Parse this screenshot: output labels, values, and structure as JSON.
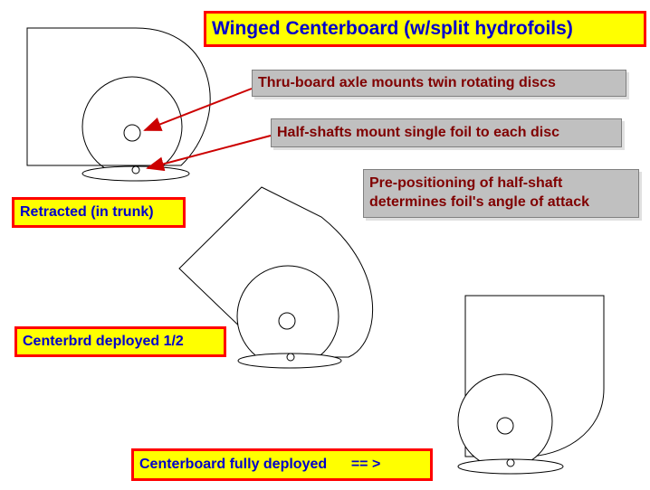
{
  "title": "Winged Centerboard  (w/split hydrofoils)",
  "states": {
    "retracted": "Retracted (in trunk)",
    "half": "Centerbrd deployed 1/2",
    "full": "Centerboard fully deployed      == >"
  },
  "callouts": {
    "axle": "Thru-board axle mounts twin rotating discs",
    "halfshaft": "Half-shafts mount single foil to each disc",
    "preposition_line1": "Pre-positioning of half-shaft",
    "preposition_line2": "determines foil's angle of attack"
  },
  "colors": {
    "label_fill": "#ffff00",
    "label_border": "#ff0000",
    "label_text": "#0000cc",
    "callout_fill": "#c0c0c0",
    "callout_text": "#800000",
    "arrow": "#cc0000"
  }
}
